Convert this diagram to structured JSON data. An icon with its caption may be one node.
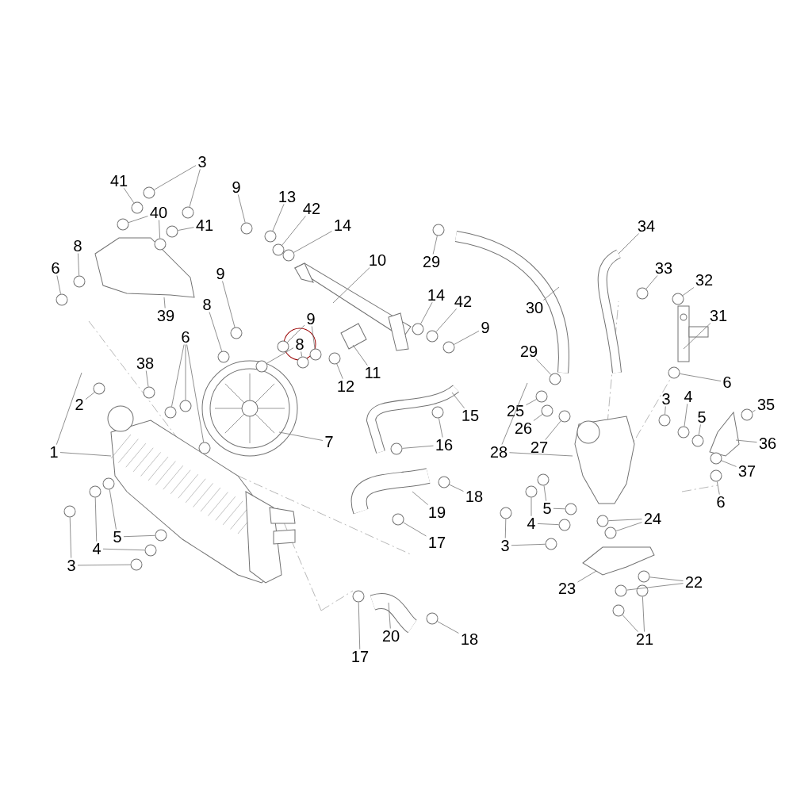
{
  "diagram": {
    "nodes": [
      {
        "text": [
          "41"
        ]
      },
      {
        "text": [
          "3"
        ]
      },
      {
        "text": [
          "40"
        ]
      },
      {
        "text": [
          "41"
        ]
      },
      {
        "text": [
          "8"
        ]
      },
      {
        "text": [
          "6"
        ]
      },
      {
        "text": [
          "39"
        ]
      },
      {
        "text": [
          "9"
        ]
      },
      {
        "text": [
          "13"
        ]
      },
      {
        "text": [
          "42"
        ]
      },
      {
        "text": [
          "14"
        ]
      },
      {
        "text": [
          "10"
        ]
      },
      {
        "text": [
          "9"
        ]
      },
      {
        "text": [
          "8"
        ]
      },
      {
        "text": [
          "9"
        ]
      },
      {
        "text": [
          "8"
        ]
      },
      {
        "text": [
          "11"
        ]
      },
      {
        "text": [
          "12"
        ]
      },
      {
        "text": [
          "38"
        ]
      },
      {
        "text": [
          "6"
        ]
      },
      {
        "text": [
          "2"
        ]
      },
      {
        "text": [
          "1"
        ]
      },
      {
        "text": [
          "7"
        ]
      },
      {
        "text": [
          "15"
        ]
      },
      {
        "text": [
          "16"
        ]
      },
      {
        "text": [
          "18"
        ]
      },
      {
        "text": [
          "19"
        ]
      },
      {
        "text": [
          "17"
        ]
      },
      {
        "text": [
          "17"
        ]
      },
      {
        "text": [
          "20"
        ]
      },
      {
        "text": [
          "18"
        ]
      },
      {
        "text": [
          "5"
        ]
      },
      {
        "text": [
          "4"
        ]
      },
      {
        "text": [
          "3"
        ]
      },
      {
        "text": [
          "29"
        ]
      },
      {
        "text": [
          "30"
        ]
      },
      {
        "text": [
          "14"
        ]
      },
      {
        "text": [
          "42"
        ]
      },
      {
        "text": [
          "9"
        ]
      },
      {
        "text": [
          "29"
        ]
      },
      {
        "text": [
          "25"
        ]
      },
      {
        "text": [
          "26"
        ]
      },
      {
        "text": [
          "28"
        ]
      },
      {
        "text": [
          "27"
        ]
      },
      {
        "text": [
          "34"
        ]
      },
      {
        "text": [
          "33"
        ]
      },
      {
        "text": [
          "32"
        ]
      },
      {
        "text": [
          "31"
        ]
      },
      {
        "text": [
          "6"
        ]
      },
      {
        "text": [
          "3"
        ]
      },
      {
        "text": [
          "4"
        ]
      },
      {
        "text": [
          "5"
        ]
      },
      {
        "text": [
          "35"
        ]
      },
      {
        "text": [
          "36"
        ]
      },
      {
        "text": [
          "37"
        ]
      },
      {
        "text": [
          "6"
        ]
      },
      {
        "text": [
          "5"
        ]
      },
      {
        "text": [
          "4"
        ]
      },
      {
        "text": [
          "3"
        ]
      },
      {
        "text": [
          "24"
        ]
      },
      {
        "text": [
          "23"
        ]
      },
      {
        "text": [
          "22"
        ]
      },
      {
        "text": [
          "21"
        ]
      },
      {
        "text": [],
        "shape": "circle"
      },
      {
        "text": [],
        "shape": "circle"
      },
      {
        "text": [],
        "shape": "circle"
      },
      {
        "text": [],
        "shape": "circle"
      },
      {
        "text": [],
        "shape": "circle"
      },
      {
        "text": [],
        "shape": "circle"
      },
      {
        "text": [],
        "shape": "circle"
      },
      {
        "text": [],
        "shape": "circle"
      },
      {
        "text": [],
        "shape": "circle"
      },
      {
        "text": [],
        "shape": "circle"
      },
      {
        "text": [],
        "shape": "circle"
      },
      {
        "text": [],
        "shape": "circle"
      },
      {
        "text": [],
        "shape": "circle"
      },
      {
        "text": [],
        "shape": "circle"
      },
      {
        "text": [],
        "shape": "circle"
      },
      {
        "text": [],
        "shape": "circle"
      },
      {
        "text": [],
        "shape": "circle"
      },
      {
        "text": [],
        "shape": "circle"
      },
      {
        "text": [],
        "shape": "circle"
      },
      {
        "text": [],
        "shape": "circle"
      },
      {
        "text": [],
        "shape": "circle"
      },
      {
        "text": [],
        "shape": "circle"
      },
      {
        "text": [],
        "shape": "circle"
      },
      {
        "text": [],
        "shape": "circle"
      },
      {
        "text": [],
        "shape": "circle"
      },
      {
        "text": [],
        "shape": "circle"
      },
      {
        "text": [],
        "shape": "circle"
      },
      {
        "text": [],
        "shape": "circle"
      },
      {
        "text": [],
        "shape": "circle"
      },
      {
        "text": [],
        "shape": "circle"
      },
      {
        "text": [],
        "shape": "circle"
      },
      {
        "text": [],
        "shape": "circle"
      },
      {
        "text": [],
        "shape": "circle"
      },
      {
        "text": [],
        "shape": "circle"
      },
      {
        "text": [],
        "shape": "circle"
      },
      {
        "text": [],
        "shape": "circle"
      },
      {
        "text": [],
        "shape": "circle"
      },
      {
        "text": [],
        "shape": "circle"
      },
      {
        "text": [],
        "shape": "circle"
      },
      {
        "text": [],
        "shape": "circle"
      },
      {
        "text": [],
        "shape": "circle"
      },
      {
        "text": [],
        "shape": "circle"
      },
      {
        "text": [],
        "shape": "circle"
      },
      {
        "text": [],
        "shape": "circle"
      },
      {
        "text": [],
        "shape": "circle"
      },
      {
        "text": [],
        "shape": "circle"
      },
      {
        "text": [],
        "shape": "circle"
      },
      {
        "text": [],
        "shape": "circle"
      },
      {
        "text": [],
        "shape": "circle"
      },
      {
        "text": [],
        "shape": "circle"
      },
      {
        "text": [],
        "shape": "circle"
      },
      {
        "text": [],
        "shape": "circle"
      },
      {
        "text": [],
        "shape": "circle"
      },
      {
        "text": [],
        "shape": "circle"
      },
      {
        "text": [],
        "shape": "circle"
      },
      {
        "text": [],
        "shape": "circle"
      },
      {
        "text": [],
        "shape": "circle"
      },
      {
        "text": [],
        "shape": "circle"
      },
      {
        "text": [],
        "shape": "circle"
      },
      {
        "text": [],
        "shape": "circle"
      },
      {
        "text": [],
        "shape": "circle"
      },
      {
        "text": [],
        "shape": "circle"
      },
      {
        "text": [],
        "shape": "circle"
      },
      {
        "text": [],
        "shape": "circle"
      },
      {
        "text": [],
        "shape": "circle"
      }
    ],
    "edges": [
      {
        "from": 0,
        "to": 63,
        "arrow": "none"
      },
      {
        "from": 1,
        "to": 64,
        "arrow": "none"
      },
      {
        "from": 1,
        "to": 65,
        "arrow": "none"
      },
      {
        "from": 2,
        "to": 66,
        "arrow": "none"
      },
      {
        "from": 2,
        "to": 67,
        "arrow": "none"
      },
      {
        "from": 3,
        "to": 68,
        "arrow": "none"
      },
      {
        "from": 4,
        "to": 69,
        "arrow": "none"
      },
      {
        "from": 5,
        "to": 70,
        "arrow": "none"
      },
      {
        "from": 6,
        "to": null,
        "arrow": "none"
      },
      {
        "from": 7,
        "to": 71,
        "arrow": "none"
      },
      {
        "from": 8,
        "to": 72,
        "arrow": "none"
      },
      {
        "from": 9,
        "to": 73,
        "arrow": "none"
      },
      {
        "from": 10,
        "to": 74,
        "arrow": "none"
      },
      {
        "from": 11,
        "to": null,
        "arrow": "none"
      },
      {
        "from": 12,
        "to": 75,
        "arrow": "none"
      },
      {
        "from": 13,
        "to": 76,
        "arrow": "none"
      },
      {
        "from": 14,
        "to": 77,
        "arrow": "none"
      },
      {
        "from": 14,
        "to": 78,
        "arrow": "none"
      },
      {
        "from": 15,
        "to": 79,
        "arrow": "none"
      },
      {
        "from": 15,
        "to": 80,
        "arrow": "none"
      },
      {
        "from": 16,
        "to": null,
        "arrow": "none"
      },
      {
        "from": 17,
        "to": 81,
        "arrow": "none"
      },
      {
        "from": 18,
        "to": 82,
        "arrow": "none"
      },
      {
        "from": 19,
        "to": 83,
        "arrow": "none"
      },
      {
        "from": 19,
        "to": 84,
        "arrow": "none"
      },
      {
        "from": 19,
        "to": 85,
        "arrow": "none"
      },
      {
        "from": 20,
        "to": 86,
        "arrow": "none"
      },
      {
        "from": 21,
        "to": null,
        "arrow": "none"
      },
      {
        "from": 21,
        "to": null,
        "arrow": "none"
      },
      {
        "from": 22,
        "to": null,
        "arrow": "none"
      },
      {
        "from": 23,
        "to": null,
        "arrow": "none"
      },
      {
        "from": 24,
        "to": 87,
        "arrow": "none"
      },
      {
        "from": 24,
        "to": 88,
        "arrow": "none"
      },
      {
        "from": 25,
        "to": 89,
        "arrow": "none"
      },
      {
        "from": 26,
        "to": null,
        "arrow": "none"
      },
      {
        "from": 27,
        "to": 90,
        "arrow": "none"
      },
      {
        "from": 28,
        "to": 91,
        "arrow": "none"
      },
      {
        "from": 29,
        "to": null,
        "arrow": "none"
      },
      {
        "from": 30,
        "to": 92,
        "arrow": "none"
      },
      {
        "from": 31,
        "to": 93,
        "arrow": "none"
      },
      {
        "from": 31,
        "to": 94,
        "arrow": "none"
      },
      {
        "from": 32,
        "to": 95,
        "arrow": "none"
      },
      {
        "from": 32,
        "to": 96,
        "arrow": "none"
      },
      {
        "from": 33,
        "to": 97,
        "arrow": "none"
      },
      {
        "from": 33,
        "to": 98,
        "arrow": "none"
      },
      {
        "from": 34,
        "to": 99,
        "arrow": "none"
      },
      {
        "from": 35,
        "to": null,
        "arrow": "none"
      },
      {
        "from": 36,
        "to": 100,
        "arrow": "none"
      },
      {
        "from": 37,
        "to": 101,
        "arrow": "none"
      },
      {
        "from": 38,
        "to": 102,
        "arrow": "none"
      },
      {
        "from": 39,
        "to": 103,
        "arrow": "none"
      },
      {
        "from": 40,
        "to": 104,
        "arrow": "none"
      },
      {
        "from": 41,
        "to": 105,
        "arrow": "none"
      },
      {
        "from": 42,
        "to": null,
        "arrow": "none"
      },
      {
        "from": 42,
        "to": null,
        "arrow": "none"
      },
      {
        "from": 43,
        "to": 106,
        "arrow": "none"
      },
      {
        "from": 44,
        "to": null,
        "arrow": "none"
      },
      {
        "from": 45,
        "to": 107,
        "arrow": "none"
      },
      {
        "from": 46,
        "to": 108,
        "arrow": "none"
      },
      {
        "from": 47,
        "to": null,
        "arrow": "none"
      },
      {
        "from": 48,
        "to": 109,
        "arrow": "none"
      },
      {
        "from": 49,
        "to": 110,
        "arrow": "none"
      },
      {
        "from": 50,
        "to": 111,
        "arrow": "none"
      },
      {
        "from": 51,
        "to": 112,
        "arrow": "none"
      },
      {
        "from": 52,
        "to": 113,
        "arrow": "none"
      },
      {
        "from": 53,
        "to": null,
        "arrow": "none"
      },
      {
        "from": 54,
        "to": 114,
        "arrow": "none"
      },
      {
        "from": 55,
        "to": 115,
        "arrow": "none"
      },
      {
        "from": 56,
        "to": 116,
        "arrow": "none"
      },
      {
        "from": 56,
        "to": 117,
        "arrow": "none"
      },
      {
        "from": 57,
        "to": 118,
        "arrow": "none"
      },
      {
        "from": 57,
        "to": 119,
        "arrow": "none"
      },
      {
        "from": 58,
        "to": 120,
        "arrow": "none"
      },
      {
        "from": 58,
        "to": 121,
        "arrow": "none"
      },
      {
        "from": 59,
        "to": 122,
        "arrow": "none"
      },
      {
        "from": 59,
        "to": 123,
        "arrow": "none"
      },
      {
        "from": 60,
        "to": null,
        "arrow": "none"
      },
      {
        "from": 61,
        "to": 124,
        "arrow": "none"
      },
      {
        "from": 61,
        "to": 125,
        "arrow": "none"
      },
      {
        "from": 62,
        "to": 126,
        "arrow": "none"
      },
      {
        "from": 62,
        "to": 127,
        "arrow": "none"
      }
    ]
  }
}
